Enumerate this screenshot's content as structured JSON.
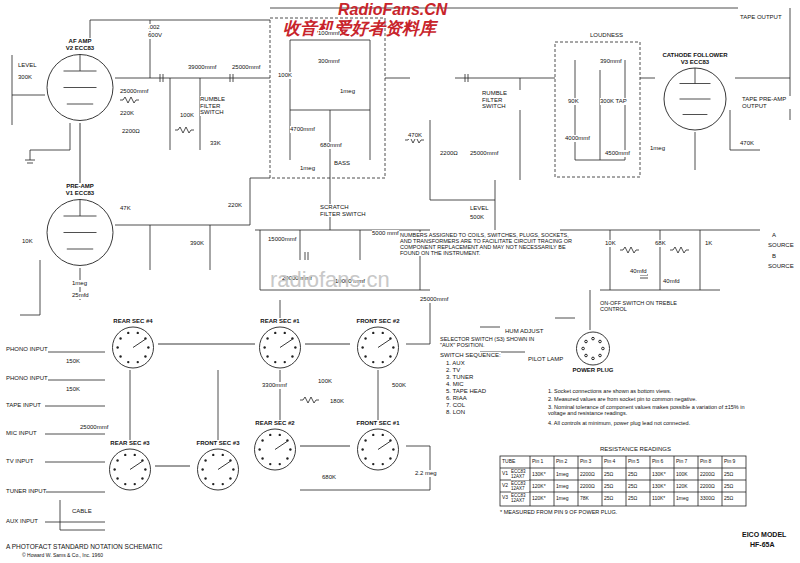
{
  "diagram": {
    "nodes": [
      {
        "text": [
          "AF AMP",
          "V2 ECC83"
        ]
      },
      {
        "text": [
          "PRE-AMP",
          "V1 ECC83"
        ]
      },
      {
        "text": [
          "CATHODE FOLLOWER",
          "V3 ECC83"
        ]
      },
      {
        "text": [
          "REAR SEC #1"
        ]
      },
      {
        "text": [
          "FRONT SEC #2"
        ]
      },
      {
        "text": [
          "REAR SEC #2"
        ]
      },
      {
        "text": [
          "FRONT SEC #1"
        ]
      },
      {
        "text": [
          "REAR SEC #4"
        ]
      },
      {
        "text": [
          "REAR SEC #3"
        ]
      },
      {
        "text": [
          "FRONT SEC #3"
        ]
      },
      {
        "text": [
          "POWER PLUG"
        ]
      }
    ],
    "edges": [
      {
        "from": 1,
        "to": 0,
        "arrow": "none"
      },
      {
        "from": 3,
        "to": 4,
        "arrow": "none"
      },
      {
        "from": 5,
        "to": 6,
        "arrow": "none"
      },
      {
        "from": 7,
        "to": 3,
        "arrow": "none"
      },
      {
        "from": 8,
        "to": 9,
        "arrow": "none"
      }
    ],
    "labels": [
      "RadioFans.CN",
      "收音机爱好者资料库",
      "TAPE OUTPUT",
      "LEVEL",
      "300K",
      ".002",
      "600V",
      "25000mmf",
      "220K",
      "2200Ω",
      "100K",
      "33K",
      "39000mmf",
      "25000mmf",
      "RUMBLE FILTER SWITCH",
      "100mmf",
      "300mmf",
      "100K",
      "1meg",
      "4700mmf",
      "680mmf",
      "BASS",
      "1meg",
      "470K",
      "2200Ω",
      "25000mmf",
      "RUMBLE FILTER SWITCH",
      "LEVEL",
      "500K",
      "LOUDNESS",
      "390mmf",
      "90K",
      "300K TAP",
      "4000mmf",
      "4500mmf",
      "1meg",
      "TAPE PRE-AMP OUTPUT",
      "470K",
      "10K",
      "1meg",
      "25mfd",
      "47K",
      "220K",
      "390K",
      "SCRATCH FILTER SWITCH",
      "15000mmf",
      "5000 mmf",
      "20000 mmf",
      "10000 mmf",
      "25000mmf",
      "NUMBERS ASSIGNED TO COILS, SWITCHES, PLUGS, SOCKETS, AND TRANSFORMERS ARE TO FACILITATE CIRCUIT TRACING OR COMPONENT REPLACEMENT AND MAY NOT NECESSARILY BE FOUND ON THE INSTRUMENT.",
      "radiofans.cn",
      "10K",
      "68K",
      "1K",
      "40mfd",
      "40mfd",
      "A",
      "SOURCE",
      "B",
      "SOURCE",
      "ON-OFF SWITCH ON TREBLE CONTROL",
      "HUM ADJUST",
      "PILOT LAMP",
      "PHONO INPUT",
      "150K",
      "PHONO INPUT",
      "150K",
      "TAPE INPUT",
      "MIC INPUT",
      "25000mmf",
      "TV INPUT",
      "TUNER INPUT",
      "AUX INPUT",
      "CABLE",
      "3300mmf",
      "100K",
      "180K",
      "500K",
      "680K",
      "2.2 meg",
      "SELECTOR SWITCH (S3) SHOWN IN \"AUX\" POSITION.",
      "SWITCH SEQUENCE:",
      "1. AUX",
      "2. TV",
      "3. TUNER",
      "4. MIC",
      "5. TAPE HEAD",
      "6. RIAA",
      "7. COL",
      "8. LON",
      "1. Socket connections are shown as bottom views.",
      "2. Measured values are from socket pin to common negative.",
      "3. Nominal tolerance of component values makes possible a variation of ±15% in voltage and resistance readings.",
      "4. All controls at minimum, power plug lead not connected.",
      "RESISTANCE READINGS",
      "TUBE",
      "Pin 1",
      "Pin 2",
      "Pin 3",
      "Pin 4",
      "Pin 5",
      "Pin 6",
      "Pin 7",
      "Pin 8",
      "Pin 9",
      "V1",
      "ECC83 12AX7",
      "130K*",
      "1meg",
      "2200Ω",
      "25Ω",
      "25Ω",
      "130K*",
      "100K",
      "2200Ω",
      "25Ω",
      "V2",
      "ECC83 12AX7",
      "120K*",
      "1meg",
      "2200Ω",
      "25Ω",
      "25Ω",
      "130K*",
      "120K",
      "2200Ω",
      "25Ω",
      "V3",
      "ECC83 12AX7",
      "120K*",
      "1meg",
      "78K",
      "25Ω",
      "25Ω",
      "110K*",
      "1meg",
      "3300Ω",
      "25Ω",
      "* MEASURED FROM PIN 9 OF POWER PLUG.",
      "A PHOTOFACT STANDARD NOTATION SCHEMATIC",
      "© Howard W. Sams & Co., Inc. 1960",
      "EICO MODEL",
      "HF-65A"
    ]
  }
}
